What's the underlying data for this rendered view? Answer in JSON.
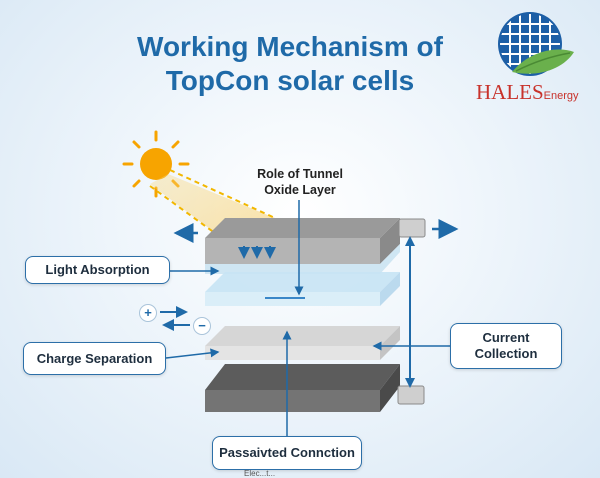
{
  "title": {
    "line1": "Working Mechanism of",
    "line2": "TopCon solar cells"
  },
  "logo": {
    "brand": "HALES",
    "suffix": "Energy"
  },
  "labels": {
    "tunnel_oxide": "Role of Tunnel Oxide Layer",
    "tunnel_oxide_line1": "Role of Tunnel",
    "tunnel_oxide_line2": "Oxide Layer",
    "light_absorption": "Light Absorption",
    "charge_separation": "Charge Separation",
    "current_collection_line1": "Current",
    "current_collection_line2": "Collection",
    "passivated_connection": "Passaivted Connction",
    "plus_sign": "+",
    "minus_sign": "−",
    "footer_caption": "Elec...t..."
  },
  "colors": {
    "title": "#1f6aa8",
    "label_border": "#2c6fa8",
    "arrow": "#1f6aa8",
    "sun": "#f7a400",
    "logo_red": "#c8322b",
    "logo_blue": "#1d5fa6",
    "logo_green": "#6ab04c"
  },
  "icons": [
    "sun-icon",
    "solar-panel-logo-icon",
    "leaf-icon",
    "plus-charge-icon",
    "minus-charge-icon"
  ]
}
